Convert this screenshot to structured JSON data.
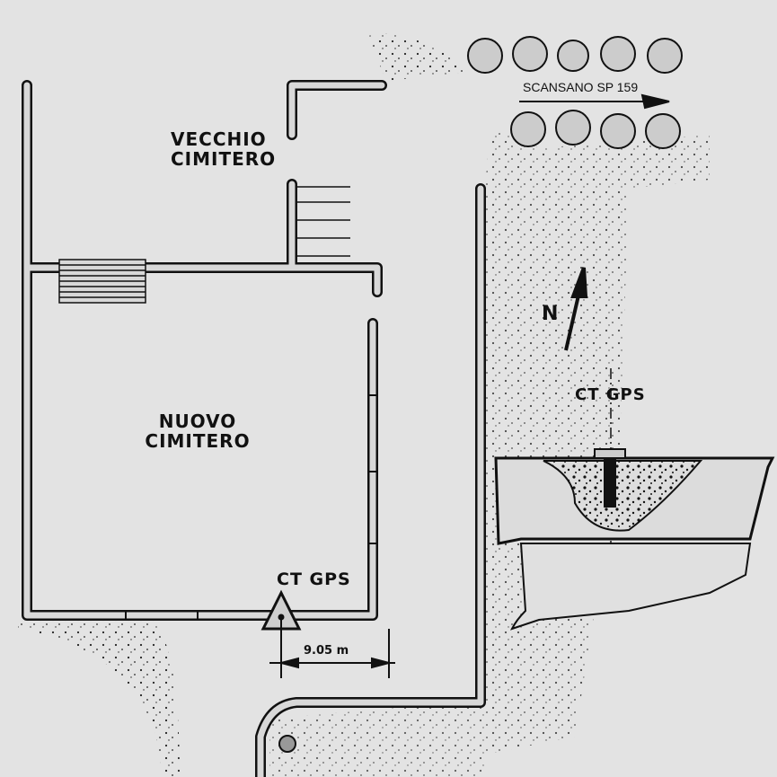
{
  "labels": {
    "old_cemetery": [
      "VECCHIO",
      "CIMITERO"
    ],
    "new_cemetery": [
      "NUOVO",
      "CIMITERO"
    ],
    "road": "SCANSANO SP 159",
    "north": "N",
    "gps_marker_plan": "CT GPS",
    "gps_marker_detail": "CT GPS",
    "distance": "9.05 m"
  },
  "colors": {
    "background": "#e3e3e3",
    "ink": "#111111",
    "wall_fill": "#d8d8d8"
  }
}
